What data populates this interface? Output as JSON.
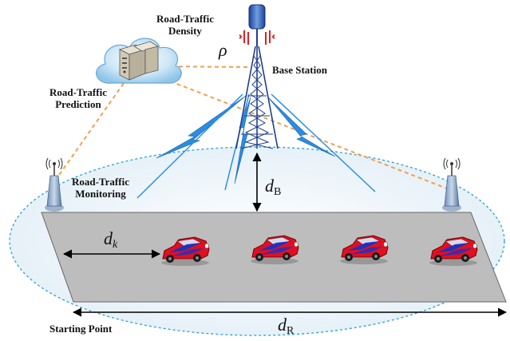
{
  "labels": {
    "density_line1": "Road-Traffic",
    "density_line2": "Density",
    "rho": "ρ",
    "base_station": "Base Station",
    "prediction_line1": "Road-Traffic",
    "prediction_line2": "Prediction",
    "monitoring_line1": "Road-Traffic",
    "monitoring_line2": "Monitoring",
    "d_B_var": "d",
    "d_B_sub": "B",
    "d_k_var": "d",
    "d_k_sub": "k",
    "d_R_var": "d",
    "d_R_sub": "R",
    "starting_point": "Starting Point"
  },
  "colors": {
    "tower": "#1f3f8f",
    "lightning": "#2c8de0",
    "coverage_ellipse": "#2aa0d8",
    "dashed_link": "#f0a050",
    "road": "#bdbdbd",
    "car_body": "#e01020",
    "car_stripe": "#2030c0",
    "antenna_red": "#e02020"
  },
  "icons": [
    "cloud-icon",
    "server-icon",
    "base-station-tower-icon",
    "roadside-unit-icon",
    "car-icon",
    "lightning-link-icon"
  ]
}
